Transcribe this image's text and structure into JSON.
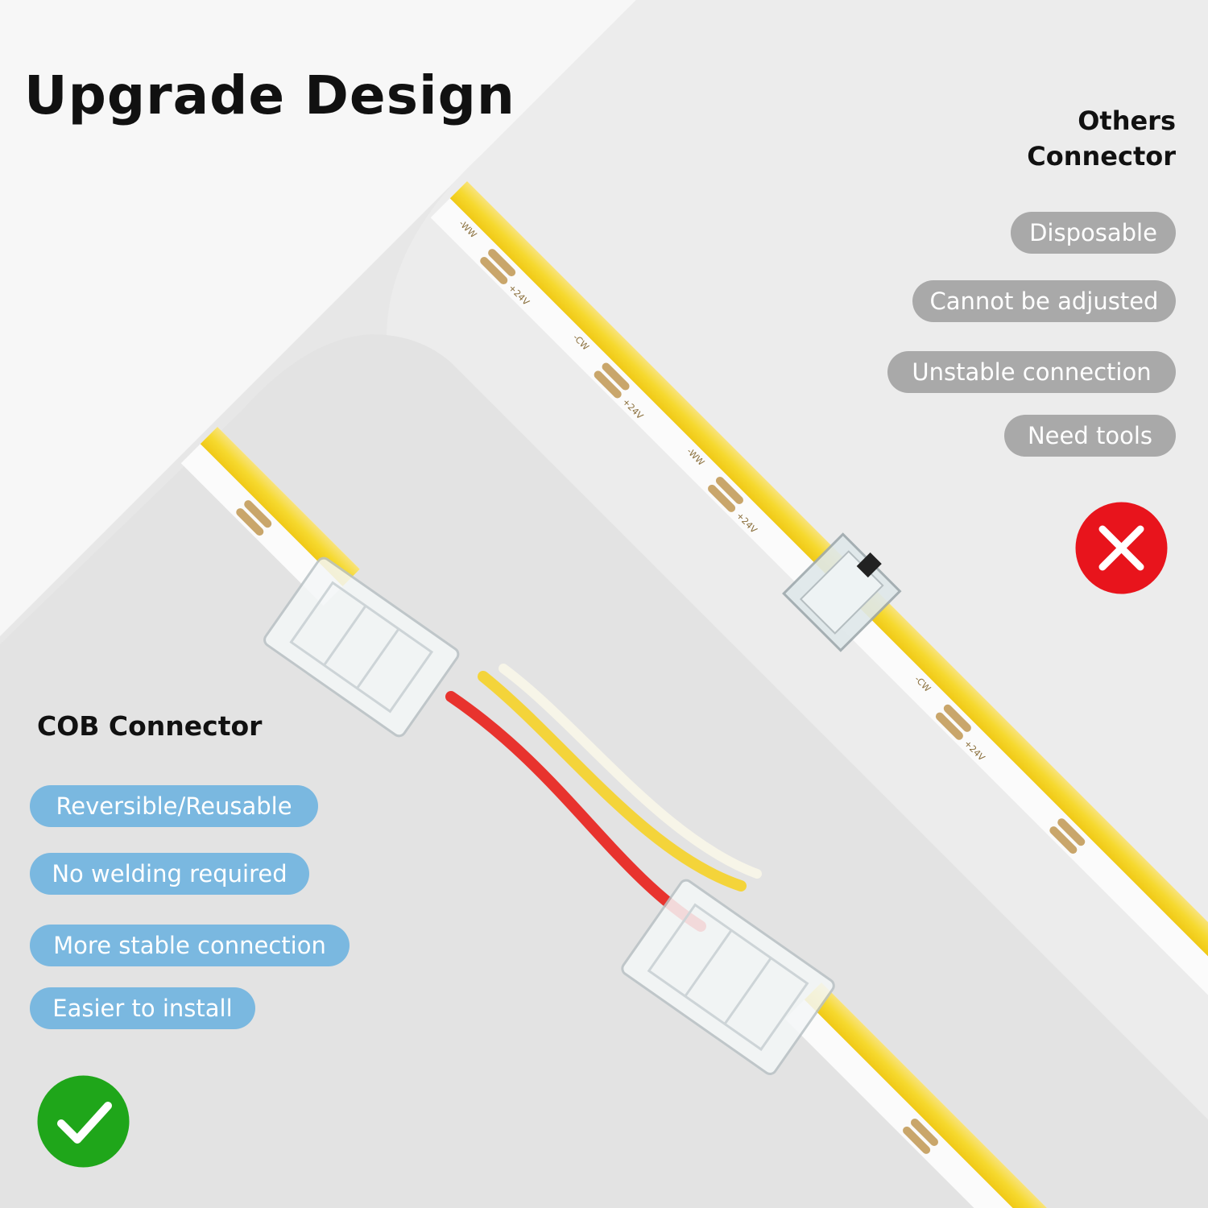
{
  "title": "Upgrade Design",
  "others": {
    "title_line1": "Others",
    "title_line2": "Connector",
    "features": [
      "Disposable",
      "Cannot be adjusted",
      "Unstable connection",
      "Need tools"
    ],
    "badge": "cross-icon",
    "badge_color": "#e8141c"
  },
  "cob": {
    "title": "COB Connector",
    "features": [
      "Reversible/Reusable",
      "No welding required",
      "More stable connection",
      "Easier to install"
    ],
    "badge": "check-icon",
    "badge_color": "#1fa61a"
  },
  "strip_label_1": "+24V",
  "strip_label_2": "-WW",
  "strip_label_3": "-CW",
  "colors": {
    "strip_yellow": "#f6dd3c",
    "wire_red": "#e8332e",
    "wire_yellow": "#f4d43a",
    "pill_grey": "#a9a9a9",
    "pill_blue": "#7ab8e0"
  }
}
